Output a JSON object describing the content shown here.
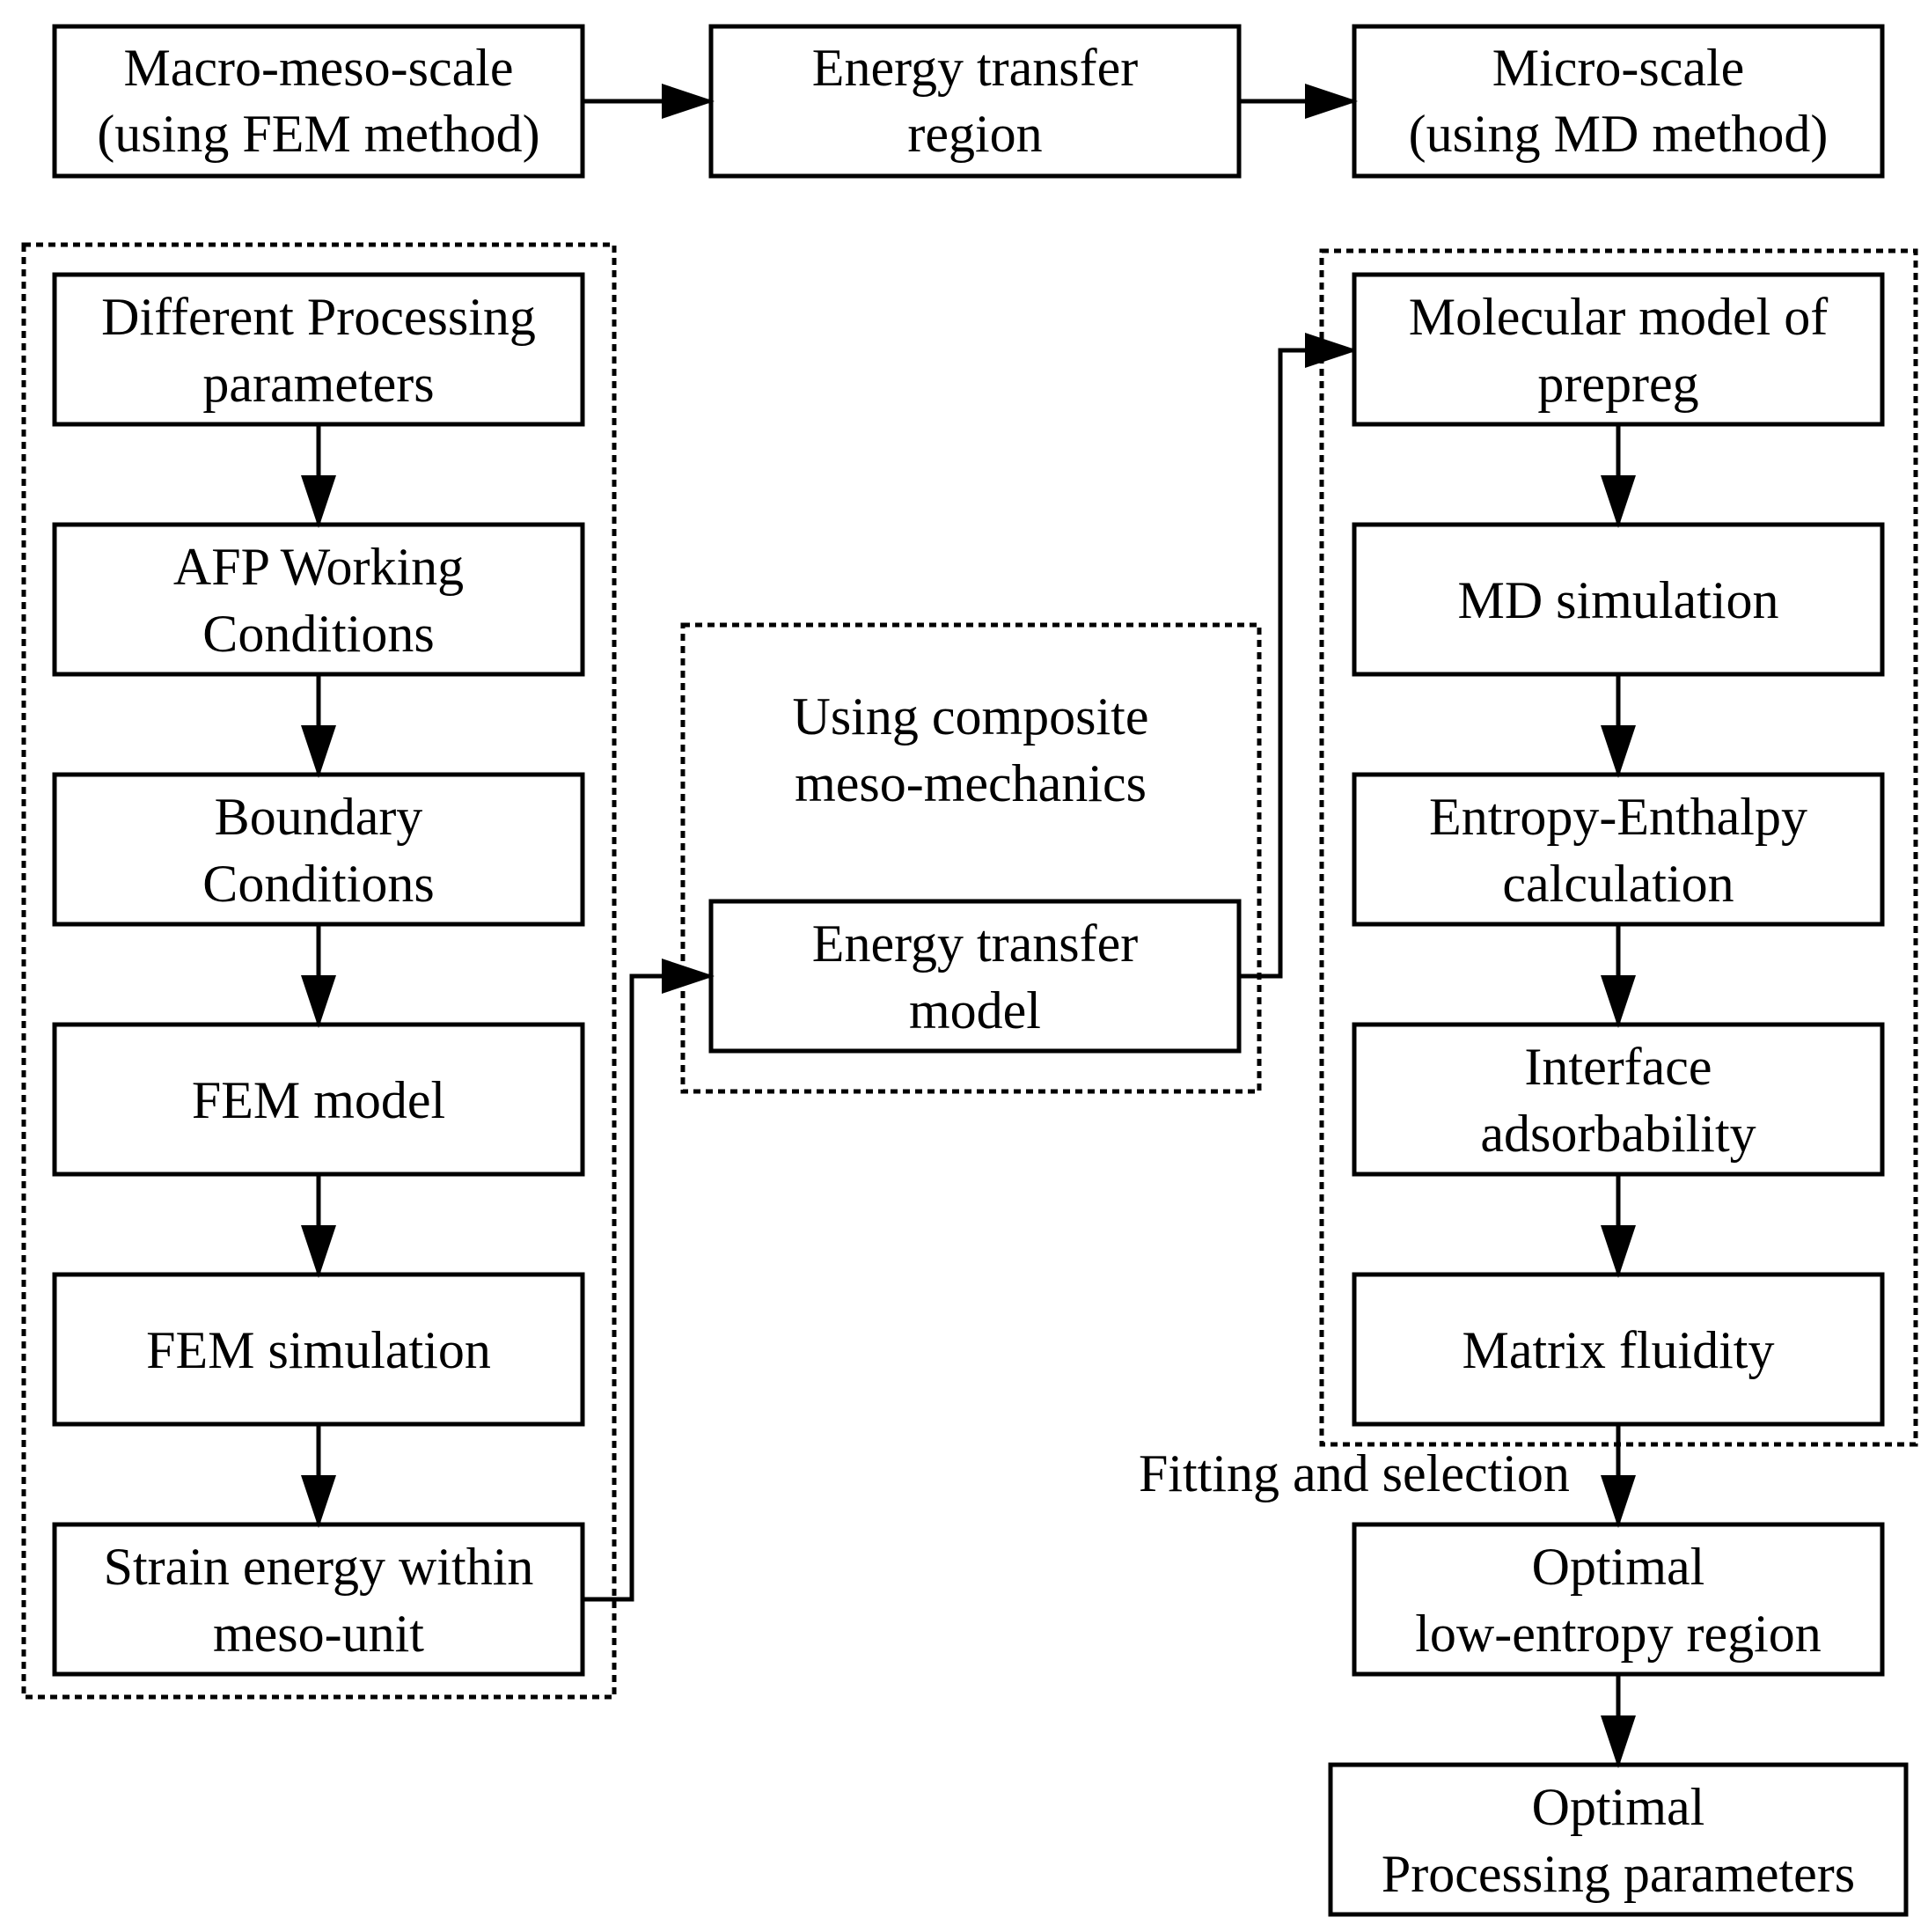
{
  "top_row": {
    "macro": [
      "Macro-meso-scale",
      "(using FEM method)"
    ],
    "energy_region": [
      "Energy transfer",
      "region"
    ],
    "micro": [
      "Micro-scale",
      "(using MD method)"
    ]
  },
  "left_column": {
    "processing_params": [
      "Different Processing",
      "parameters"
    ],
    "afp_conditions": [
      "AFP Working",
      "Conditions"
    ],
    "boundary": [
      "Boundary",
      "Conditions"
    ],
    "fem_model": [
      "FEM model"
    ],
    "fem_simulation": [
      "FEM simulation"
    ],
    "strain_energy": [
      "Strain energy within",
      "meso-unit"
    ]
  },
  "middle": {
    "caption": [
      "Using composite",
      "meso-mechanics"
    ],
    "energy_model": [
      "Energy transfer",
      "model"
    ]
  },
  "right_column": {
    "molecular_model": [
      "Molecular model of",
      "prepreg"
    ],
    "md_simulation": [
      "MD simulation"
    ],
    "entropy": [
      "Entropy-Enthalpy",
      "calculation"
    ],
    "interface": [
      "Interface",
      "adsorbability"
    ],
    "fluidity": [
      "Matrix fluidity"
    ],
    "fitting_label": "Fitting and selection",
    "low_entropy": [
      "Optimal",
      "low-entropy region"
    ],
    "optimal_params": [
      "Optimal",
      "Processing parameters"
    ]
  },
  "colors": {
    "stroke": "#000000",
    "background": "#ffffff"
  }
}
